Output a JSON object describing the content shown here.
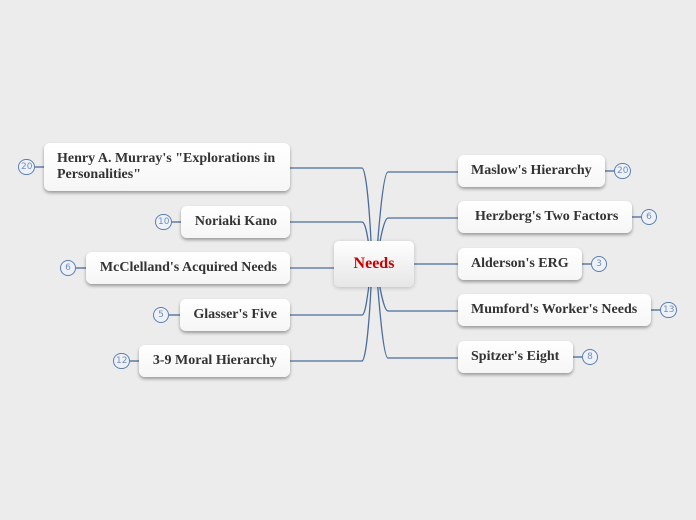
{
  "center": {
    "label": "Needs"
  },
  "left": [
    {
      "label": "Henry A. Murray's \"Explorations in Personalities\"",
      "count": "20"
    },
    {
      "label": "Noriaki Kano",
      "count": "10"
    },
    {
      "label": "McClelland's Acquired Needs",
      "count": "6"
    },
    {
      "label": "Glasser's Five",
      "count": "5"
    },
    {
      "label": "3-9 Moral Hierarchy",
      "count": "12"
    }
  ],
  "right": [
    {
      "label": "Maslow's Hierarchy",
      "count": "20"
    },
    {
      "label": "Herzberg's Two Factors",
      "count": "6"
    },
    {
      "label": "Alderson's ERG",
      "count": "3"
    },
    {
      "label": "Mumford's Worker's Needs",
      "count": "13"
    },
    {
      "label": "Spitzer's Eight",
      "count": "8"
    }
  ],
  "colors": {
    "link": "#4a6c9a",
    "center_text": "#cc0000",
    "badge_border": "#5a7fb0"
  }
}
